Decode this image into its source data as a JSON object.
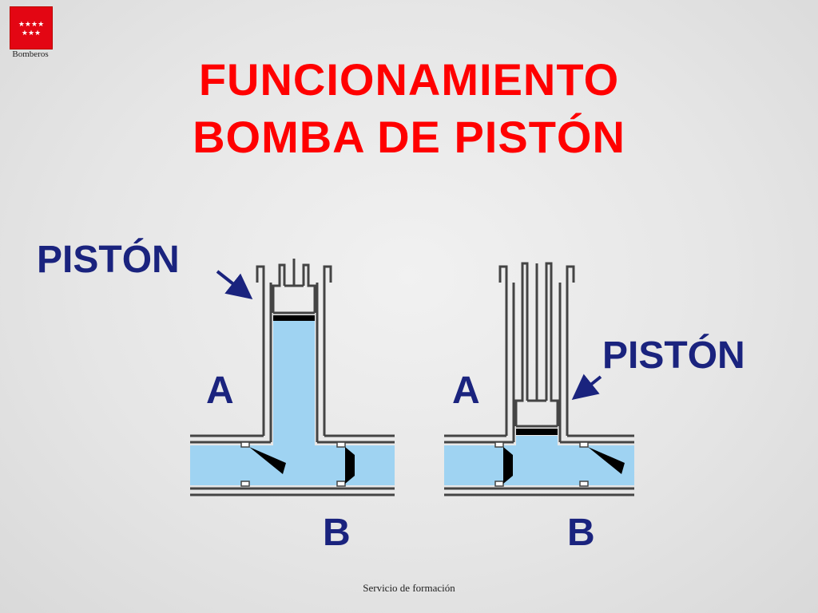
{
  "header": {
    "logo_caption": "Bomberos",
    "logo_stars": "★★★★ ★★★",
    "title_line1": "FUNCIONAMIENTO",
    "title_line2": "BOMBA DE PISTÓN"
  },
  "diagram_left": {
    "piston_label": "PISTÓN",
    "chamber_label": "A",
    "pipe_label": "B"
  },
  "diagram_right": {
    "piston_label": "PISTÓN",
    "chamber_label": "A",
    "pipe_label": "B"
  },
  "footer": {
    "text": "Servicio de formación"
  },
  "colors": {
    "title": "#ff0000",
    "labels": "#1a237e",
    "water": "#9fd3f2",
    "logo": "#e30613"
  }
}
